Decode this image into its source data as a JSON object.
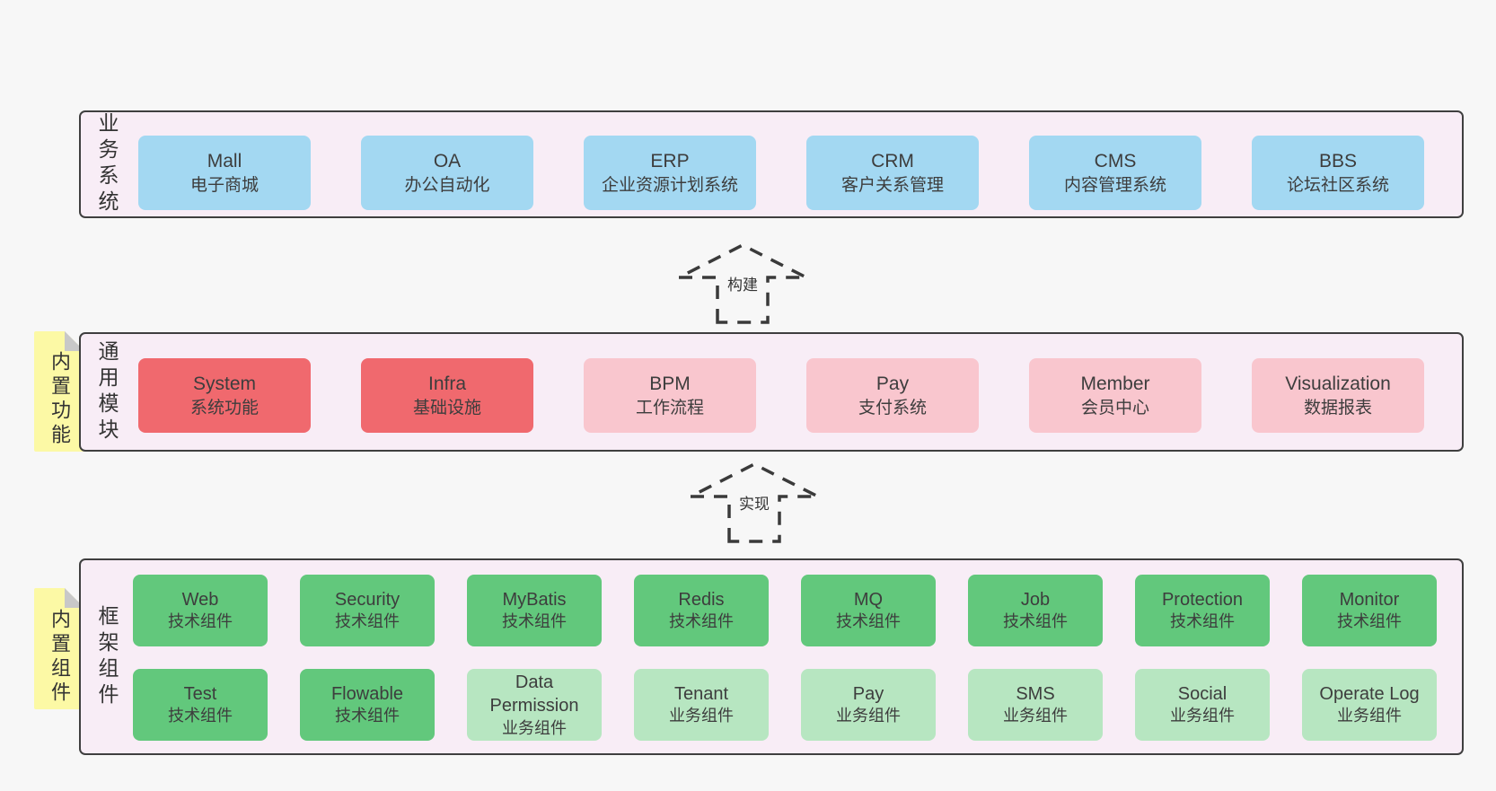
{
  "colors": {
    "page_bg": "#f7f7f7",
    "band_bg": "#f8edf6",
    "band_border": "#3f3f3f",
    "business_box": "#a3d8f2",
    "module_core_box": "#f0696e",
    "module_box": "#f9c6ce",
    "tech_box": "#62c87c",
    "biz_box": "#b7e6c1",
    "note_bg": "#fcf9a5",
    "note_fold": "#c8c8c8",
    "text": "#3d3d3d"
  },
  "arrows": [
    {
      "label": "构建"
    },
    {
      "label": "实现"
    }
  ],
  "layers": {
    "business": {
      "label": "业务系统",
      "items": [
        {
          "name": "Mall",
          "desc": "电子商城",
          "variant": "blue"
        },
        {
          "name": "OA",
          "desc": "办公自动化",
          "variant": "blue"
        },
        {
          "name": "ERP",
          "desc": "企业资源计划系统",
          "variant": "blue"
        },
        {
          "name": "CRM",
          "desc": "客户关系管理",
          "variant": "blue"
        },
        {
          "name": "CMS",
          "desc": "内容管理系统",
          "variant": "blue"
        },
        {
          "name": "BBS",
          "desc": "论坛社区系统",
          "variant": "blue"
        }
      ]
    },
    "modules": {
      "label": "通用模块",
      "note": "内置功能",
      "items": [
        {
          "name": "System",
          "desc": "系统功能",
          "variant": "red"
        },
        {
          "name": "Infra",
          "desc": "基础设施",
          "variant": "red"
        },
        {
          "name": "BPM",
          "desc": "工作流程",
          "variant": "pink"
        },
        {
          "name": "Pay",
          "desc": "支付系统",
          "variant": "pink"
        },
        {
          "name": "Member",
          "desc": "会员中心",
          "variant": "pink"
        },
        {
          "name": "Visualization",
          "desc": "数据报表",
          "variant": "pink"
        }
      ]
    },
    "components": {
      "label": "框架组件",
      "note": "内置组件",
      "rows": [
        [
          {
            "name": "Web",
            "desc": "技术组件",
            "variant": "tech"
          },
          {
            "name": "Security",
            "desc": "技术组件",
            "variant": "tech"
          },
          {
            "name": "MyBatis",
            "desc": "技术组件",
            "variant": "tech"
          },
          {
            "name": "Redis",
            "desc": "技术组件",
            "variant": "tech"
          },
          {
            "name": "MQ",
            "desc": "技术组件",
            "variant": "tech"
          },
          {
            "name": "Job",
            "desc": "技术组件",
            "variant": "tech"
          },
          {
            "name": "Protection",
            "desc": "技术组件",
            "variant": "tech"
          },
          {
            "name": "Monitor",
            "desc": "技术组件",
            "variant": "tech"
          }
        ],
        [
          {
            "name": "Test",
            "desc": "技术组件",
            "variant": "tech"
          },
          {
            "name": "Flowable",
            "desc": "技术组件",
            "variant": "tech"
          },
          {
            "name": "Data Permission",
            "desc": "业务组件",
            "variant": "biz"
          },
          {
            "name": "Tenant",
            "desc": "业务组件",
            "variant": "biz"
          },
          {
            "name": "Pay",
            "desc": "业务组件",
            "variant": "biz"
          },
          {
            "name": "SMS",
            "desc": "业务组件",
            "variant": "biz"
          },
          {
            "name": "Social",
            "desc": "业务组件",
            "variant": "biz"
          },
          {
            "name": "Operate Log",
            "desc": "业务组件",
            "variant": "biz"
          }
        ]
      ]
    }
  }
}
